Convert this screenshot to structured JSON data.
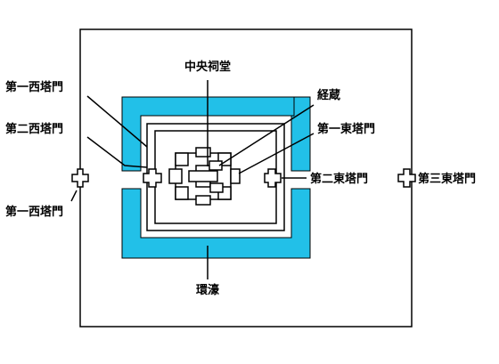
{
  "colors": {
    "moat": "#22c0e8",
    "line": "#000000",
    "background": "#ffffff"
  },
  "labels": {
    "central_hall": "中央祠堂",
    "sutra_library": "経蔵",
    "first_west_gate_top": "第一西塔門",
    "second_west_gate": "第二西塔門",
    "first_west_gate_bottom": "第一西塔門",
    "first_east_gate": "第一東塔門",
    "second_east_gate": "第二東塔門",
    "third_east_gate": "第三東塔門",
    "moat": "環濠"
  }
}
